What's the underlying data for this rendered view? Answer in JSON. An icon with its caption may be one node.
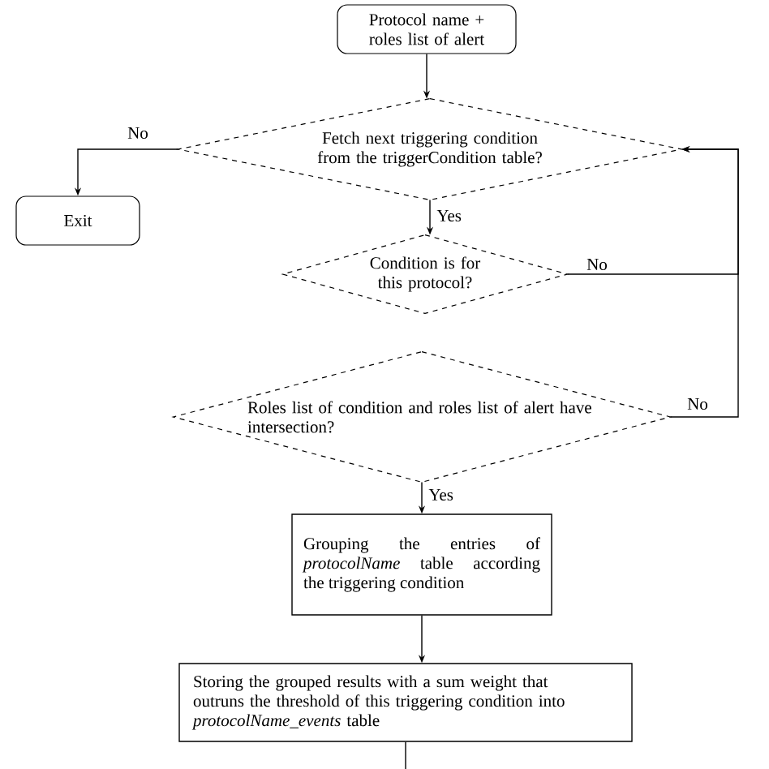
{
  "diagram": {
    "nodes": [
      {
        "text": [
          "Protocol name + roles list of alert"
        ]
      },
      {
        "text": [
          "Fetch next triggering condition from the triggerCondition table?"
        ]
      },
      {
        "text": [
          "Exit"
        ]
      },
      {
        "text": [
          "Condition is for this protocol?"
        ]
      },
      {
        "text": [
          "Roles list of condition and roles list of alert have intersection?"
        ]
      },
      {
        "text": [
          "Grouping the entries of *protocolName* table according the triggering condition"
        ]
      },
      {
        "text": [
          "Storing the grouped results with a sum weight that outruns the threshold of this triggering condition into *protocolName_events* table"
        ]
      }
    ],
    "edges": [
      {
        "from": 0,
        "to": 1,
        "arrow": "to"
      },
      {
        "from": 1,
        "to": 2,
        "arrow": "to",
        "label": "No"
      },
      {
        "from": 1,
        "to": 3,
        "arrow": "to",
        "label": "Yes"
      },
      {
        "from": 3,
        "to": 1,
        "arrow": "to",
        "label": "No"
      },
      {
        "from": 4,
        "to": 1,
        "arrow": "to",
        "label": "No"
      },
      {
        "from": 4,
        "to": 5,
        "arrow": "to",
        "label": "Yes"
      },
      {
        "from": 5,
        "to": 6,
        "arrow": "to"
      },
      {
        "from": 6,
        "to": null,
        "arrow": "none"
      }
    ]
  }
}
